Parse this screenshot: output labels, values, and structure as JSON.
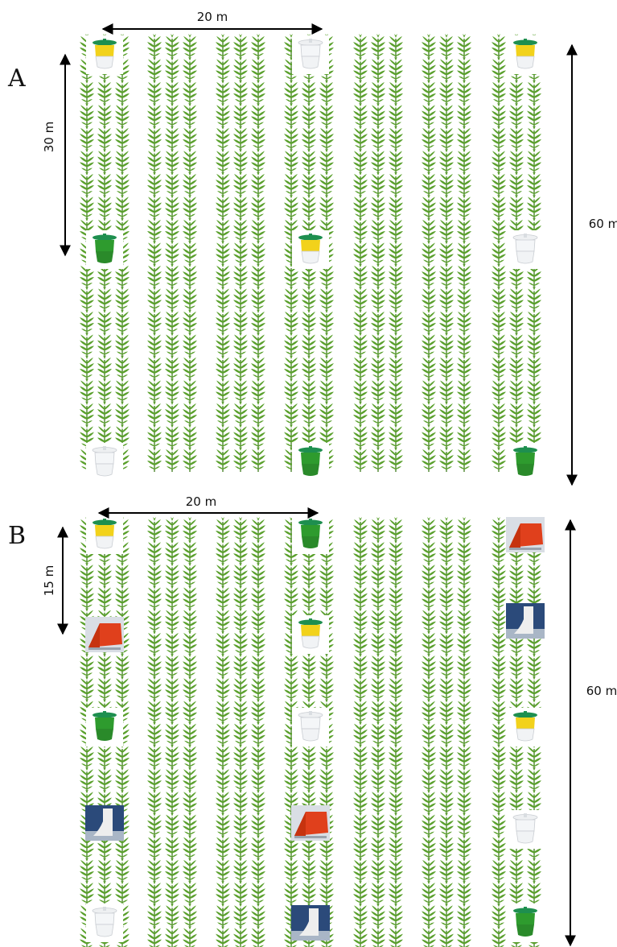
{
  "colors": {
    "plant": "#5aa02c",
    "plant_dark": "#3f7d1c",
    "arrow": "#000000",
    "trap_yellow": "#f2d21b",
    "trap_green": "#2e9b2e",
    "trap_lid_green": "#1e8f4f",
    "trap_white": "#f1f3f5",
    "trap_red": "#e0401c",
    "trap_card_blue": "#2b4a7a"
  },
  "panels": [
    {
      "label": "A",
      "dimensions": {
        "top": "20 m",
        "left": "30 m",
        "right": "60 m"
      },
      "trap_columns": [
        {
          "column": 1,
          "traps": [
            "yellow-bucket-trap",
            "green-bucket-trap",
            "white-bucket-trap"
          ]
        },
        {
          "column": 4,
          "traps": [
            "white-bucket-trap",
            "yellow-bucket-trap",
            "green-bucket-trap"
          ]
        },
        {
          "column": 7,
          "traps": [
            "yellow-bucket-trap",
            "white-bucket-trap",
            "green-bucket-trap"
          ]
        }
      ]
    },
    {
      "label": "B",
      "dimensions": {
        "top": "20 m",
        "left": "15 m",
        "right": "60 m"
      },
      "trap_columns": [
        {
          "column": 1,
          "traps": [
            "yellow-bucket-trap",
            "red-delta-trap",
            "green-bucket-trap",
            "sticky-card-trap",
            "white-bucket-trap"
          ]
        },
        {
          "column": 4,
          "traps": [
            "green-bucket-trap",
            "yellow-bucket-trap",
            "white-bucket-trap",
            "red-delta-trap",
            "sticky-card-trap"
          ]
        },
        {
          "column": 7,
          "traps": [
            "red-delta-trap",
            "sticky-card-trap",
            "yellow-bucket-trap",
            "white-bucket-trap",
            "green-bucket-trap"
          ]
        }
      ]
    }
  ]
}
